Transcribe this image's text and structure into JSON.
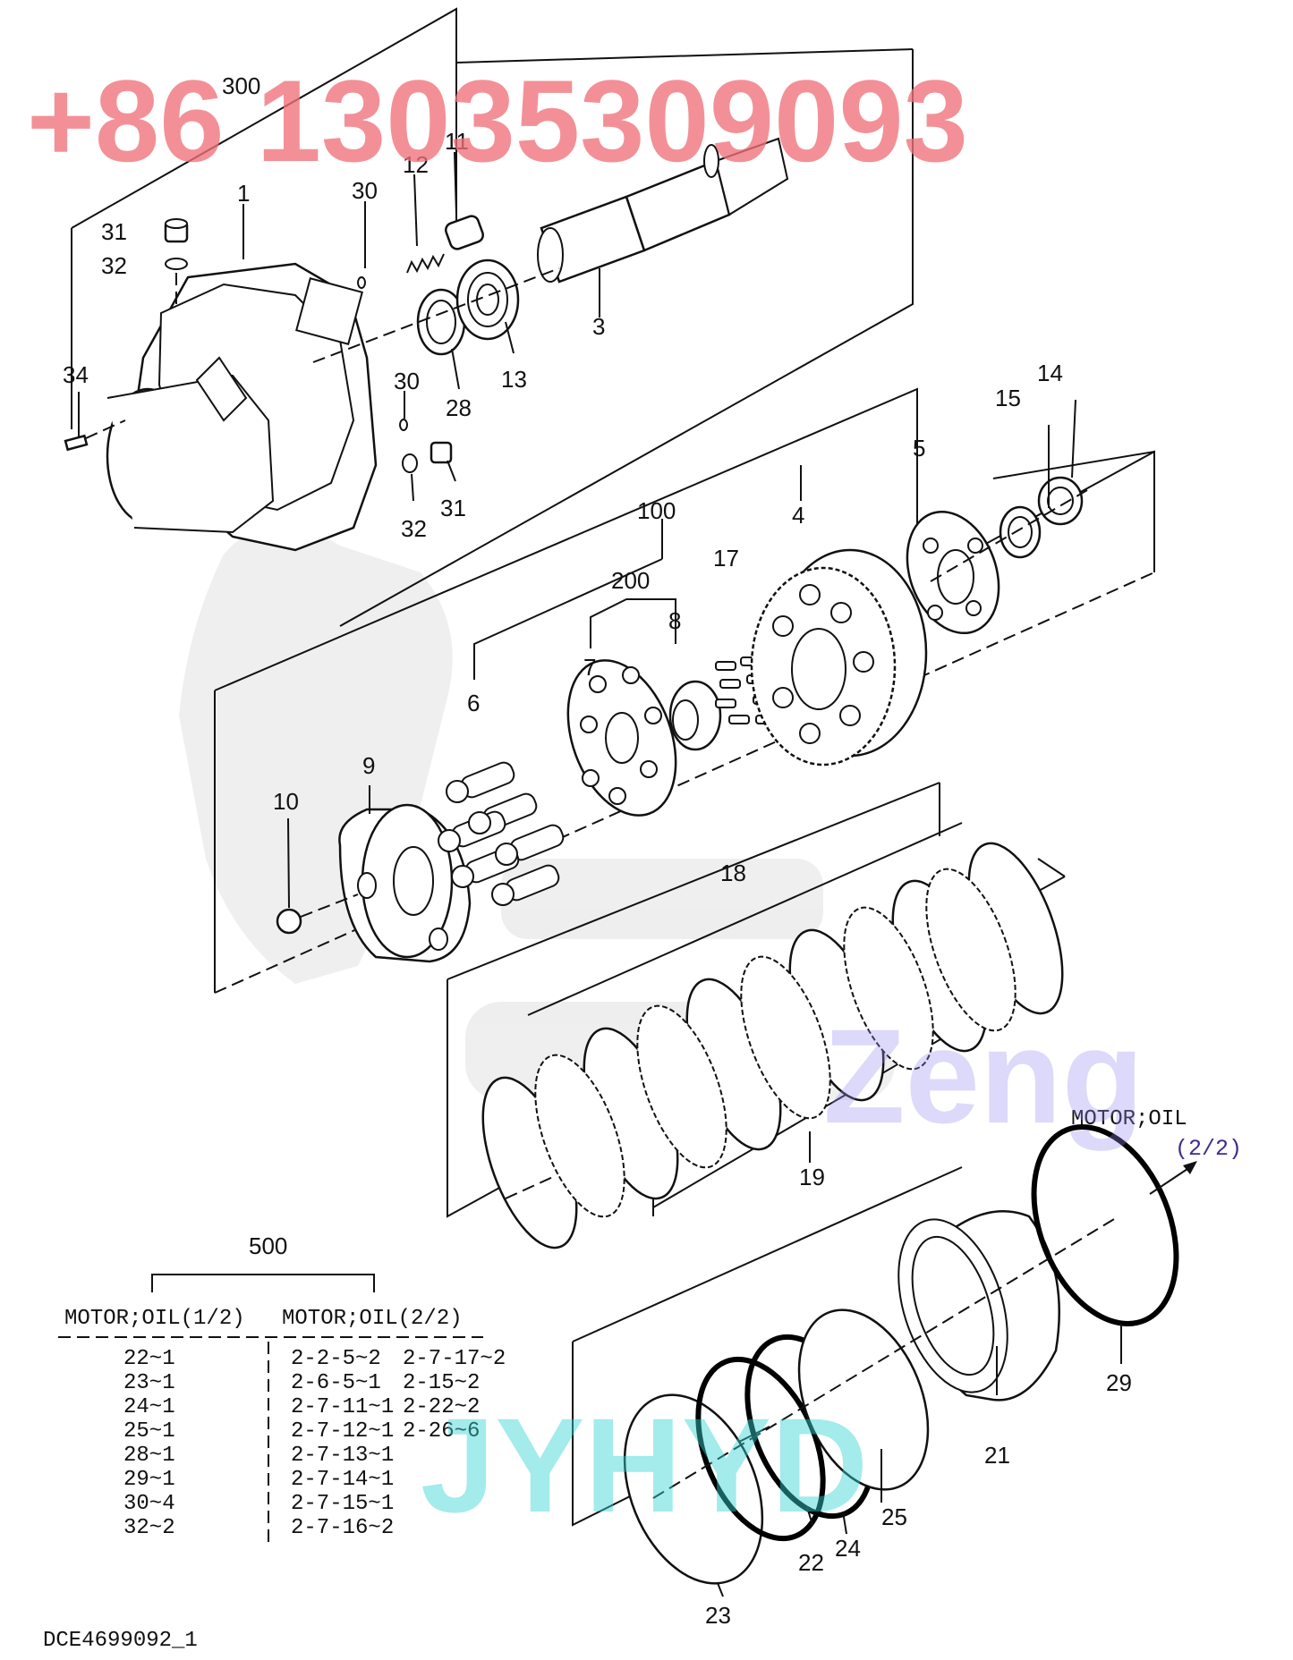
{
  "watermarks": {
    "phone": "+86 13035309093",
    "brand_right": "Zeng",
    "brand_bottom": "JYHYD"
  },
  "callouts": {
    "c300": "300",
    "c1": "1",
    "c3": "3",
    "c11": "11",
    "c12": "12",
    "c13": "13",
    "c28": "28",
    "c30a": "30",
    "c30b": "30",
    "c31a": "31",
    "c31b": "31",
    "c32a": "32",
    "c32b": "32",
    "c34": "34",
    "c100": "100",
    "c200": "200",
    "c4": "4",
    "c5": "5",
    "c6": "6",
    "c7": "7",
    "c8": "8",
    "c9": "9",
    "c10": "10",
    "c14": "14",
    "c15": "15",
    "c17": "17",
    "c18": "18",
    "c19": "19",
    "c21": "21",
    "c22": "22",
    "c23": "23",
    "c24": "24",
    "c25": "25",
    "c29": "29"
  },
  "reference": {
    "label": "MOTOR;OIL",
    "page": "(2/2)"
  },
  "kit_table": {
    "title": "500",
    "col1_header": "MOTOR;OIL(1/2)",
    "col2_header": "MOTOR;OIL(2/2)",
    "col1": [
      "22~1",
      "23~1",
      "24~1",
      "25~1",
      "28~1",
      "29~1",
      "30~4",
      "32~2"
    ],
    "col2a": [
      "2-2-5~2",
      "2-6-5~1",
      "2-7-11~1",
      "2-7-12~1",
      "2-7-13~1",
      "2-7-14~1",
      "2-7-15~1",
      "2-7-16~2"
    ],
    "col2b": [
      "2-7-17~2",
      "2-15~2",
      "2-22~2",
      "2-26~6"
    ]
  },
  "drawing_number": "DCE4699092_1"
}
